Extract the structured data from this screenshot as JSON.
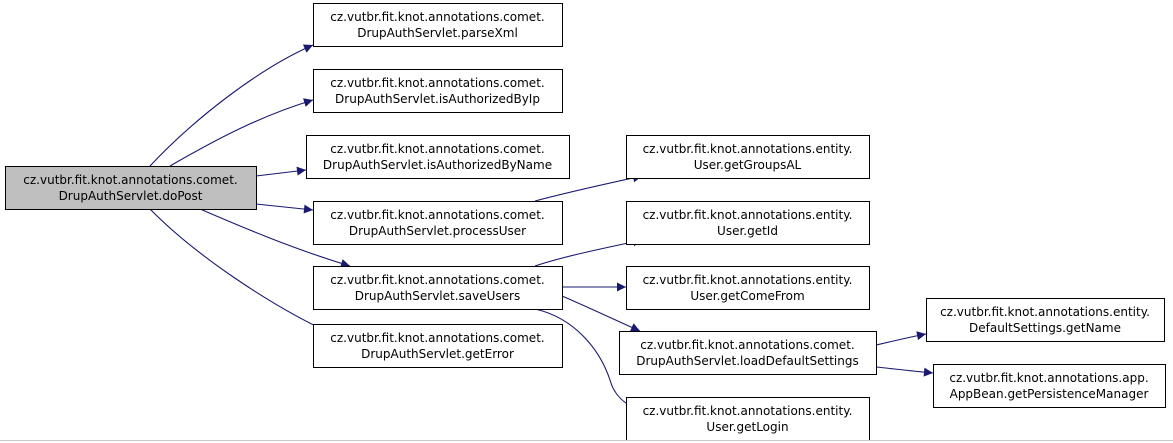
{
  "colors": {
    "edge": "#191970",
    "node_fill": "#ffffff",
    "root_fill": "#bfbfbf",
    "border": "#000000"
  },
  "nodes": [
    {
      "id": "doPost",
      "line1": "cz.vutbr.fit.knot.annotations.comet.",
      "line2": "DrupAuthServlet.doPost",
      "root": true
    },
    {
      "id": "parseXml",
      "line1": "cz.vutbr.fit.knot.annotations.comet.",
      "line2": "DrupAuthServlet.parseXml"
    },
    {
      "id": "isAuthorizedByIp",
      "line1": "cz.vutbr.fit.knot.annotations.comet.",
      "line2": "DrupAuthServlet.isAuthorizedByIp"
    },
    {
      "id": "isAuthorizedByName",
      "line1": "cz.vutbr.fit.knot.annotations.comet.",
      "line2": "DrupAuthServlet.isAuthorizedByName"
    },
    {
      "id": "processUser",
      "line1": "cz.vutbr.fit.knot.annotations.comet.",
      "line2": "DrupAuthServlet.processUser"
    },
    {
      "id": "saveUsers",
      "line1": "cz.vutbr.fit.knot.annotations.comet.",
      "line2": "DrupAuthServlet.saveUsers"
    },
    {
      "id": "getError",
      "line1": "cz.vutbr.fit.knot.annotations.comet.",
      "line2": "DrupAuthServlet.getError"
    },
    {
      "id": "getGroupsAL",
      "line1": "cz.vutbr.fit.knot.annotations.entity.",
      "line2": "User.getGroupsAL"
    },
    {
      "id": "getId",
      "line1": "cz.vutbr.fit.knot.annotations.entity.",
      "line2": "User.getId"
    },
    {
      "id": "getComeFrom",
      "line1": "cz.vutbr.fit.knot.annotations.entity.",
      "line2": "User.getComeFrom"
    },
    {
      "id": "loadDefaultSettings",
      "line1": "cz.vutbr.fit.knot.annotations.comet.",
      "line2": "DrupAuthServlet.loadDefaultSettings"
    },
    {
      "id": "getLogin",
      "line1": "cz.vutbr.fit.knot.annotations.entity.",
      "line2": "User.getLogin"
    },
    {
      "id": "getName",
      "line1": "cz.vutbr.fit.knot.annotations.entity.",
      "line2": "DefaultSettings.getName"
    },
    {
      "id": "getPersistenceManager",
      "line1": "cz.vutbr.fit.knot.annotations.app.",
      "line2": "AppBean.getPersistenceManager"
    }
  ],
  "edges": [
    {
      "from": "doPost",
      "to": "parseXml"
    },
    {
      "from": "doPost",
      "to": "isAuthorizedByIp"
    },
    {
      "from": "doPost",
      "to": "isAuthorizedByName"
    },
    {
      "from": "doPost",
      "to": "processUser"
    },
    {
      "from": "doPost",
      "to": "saveUsers"
    },
    {
      "from": "doPost",
      "to": "getError"
    },
    {
      "from": "processUser",
      "to": "getGroupsAL"
    },
    {
      "from": "saveUsers",
      "to": "getId"
    },
    {
      "from": "saveUsers",
      "to": "getComeFrom"
    },
    {
      "from": "saveUsers",
      "to": "loadDefaultSettings"
    },
    {
      "from": "saveUsers",
      "to": "getLogin"
    },
    {
      "from": "loadDefaultSettings",
      "to": "getName"
    },
    {
      "from": "loadDefaultSettings",
      "to": "getPersistenceManager"
    }
  ]
}
